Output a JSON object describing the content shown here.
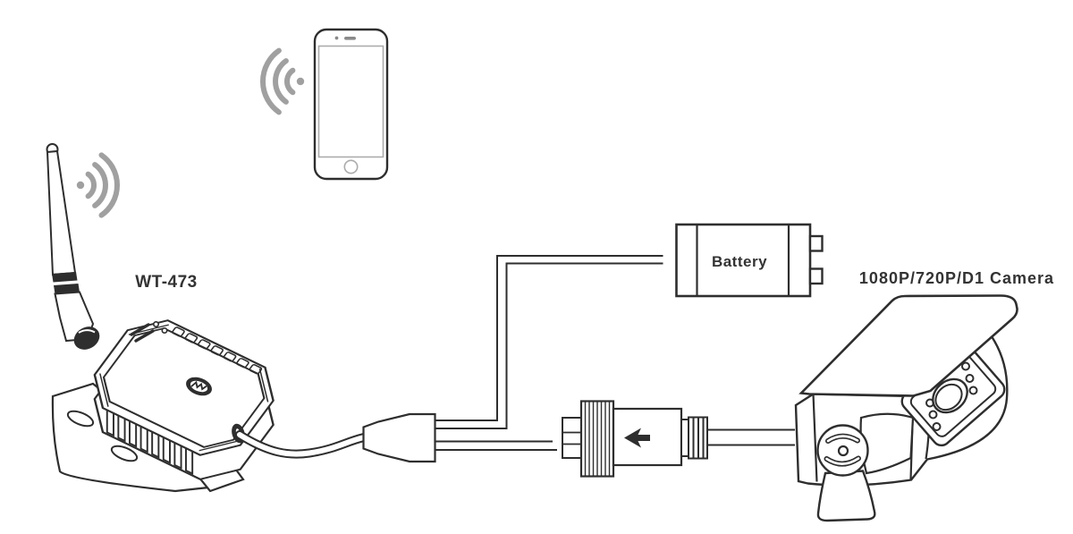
{
  "diagram": {
    "labels": {
      "transmitter": "WT-473",
      "battery": "Battery",
      "camera": "1080P/720P/D1 Camera"
    },
    "colors": {
      "line": "#2e2e2e",
      "wifi": "#a0a0a0",
      "phone": "#b7a06f",
      "screen_gray": "#ababab",
      "label": "#333333"
    },
    "components": [
      {
        "id": "transmitter",
        "label": "WT-473",
        "kind": "wifi-transmitter-box-with-antenna"
      },
      {
        "id": "smartphone",
        "label": "",
        "kind": "phone-receiving-wifi"
      },
      {
        "id": "battery",
        "label": "Battery",
        "kind": "battery-block-with-terminals"
      },
      {
        "id": "aviation-connector",
        "label": "",
        "kind": "locking-cable-connector-with-arrow"
      },
      {
        "id": "camera",
        "label": "1080P/720P/D1 Camera",
        "kind": "bullet-camera"
      }
    ],
    "connections": [
      {
        "from": "transmitter",
        "to": "smartphone",
        "kind": "wireless"
      },
      {
        "from": "transmitter",
        "to": "cable-splitter",
        "kind": "cable"
      },
      {
        "from": "cable-splitter",
        "to": "battery",
        "kind": "wire-pair"
      },
      {
        "from": "cable-splitter",
        "to": "aviation-connector",
        "kind": "wire-pair"
      },
      {
        "from": "aviation-connector",
        "to": "camera",
        "kind": "cable"
      }
    ]
  }
}
